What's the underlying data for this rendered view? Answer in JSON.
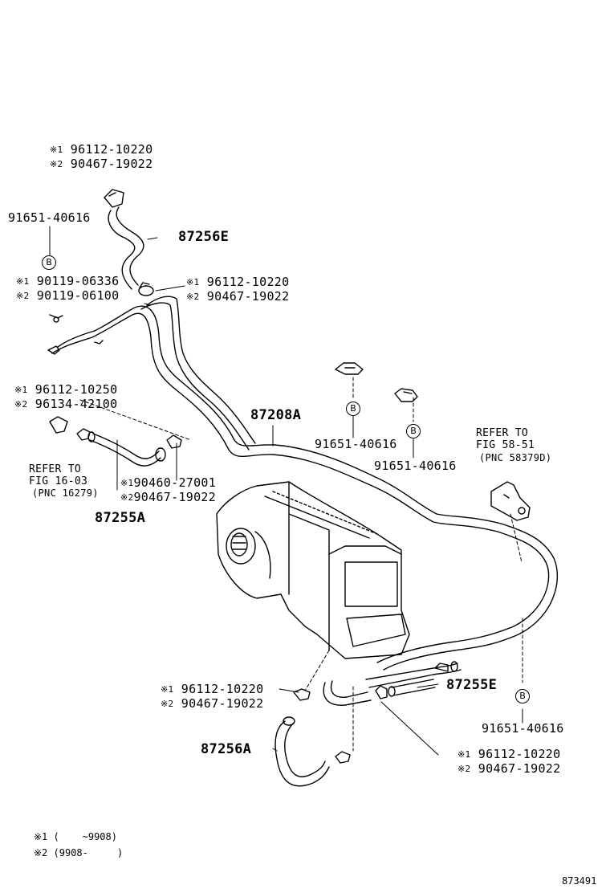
{
  "marks": {
    "m1": "※1",
    "m2": "※2"
  },
  "circle_letter": "B",
  "labels": {
    "top_clamp_1": "96112-10220",
    "top_clamp_2": "90467-19022",
    "left_bolt_top": "91651-40616",
    "hose_87256E": "87256E",
    "bolt_1": "90119-06336",
    "bolt_2": "90119-06100",
    "mid_clamp_1": "96112-10220",
    "mid_clamp_2": "90467-19022",
    "pipe_87208A": "87208A",
    "bolt_center1": "91651-40616",
    "bolt_center2": "91651-40616",
    "left_clamp_1": "96112-10250",
    "left_clamp_2": "96134-42100",
    "hose_clamp_1": "90460-27001",
    "hose_clamp_2": "90467-19022",
    "hose_87255A": "87255A",
    "lower_clamp_1": "96112-10220",
    "lower_clamp_2": "90467-19022",
    "hose_87255E": "87255E",
    "right_bolt": "91651-40616",
    "hose_87256A": "87256A",
    "bottom_clamp_1": "96112-10220",
    "bottom_clamp_2": "90467-19022"
  },
  "refs": {
    "left": {
      "line1": "REFER TO",
      "line2": "FIG 16-03",
      "line3": "(PNC 16279)"
    },
    "right": {
      "line1": "REFER TO",
      "line2": "FIG 58-51",
      "line3": "(PNC 58379D)"
    }
  },
  "notes": {
    "n1": "※1 (    ~9908)",
    "n2": "※2 (9908-     )"
  },
  "diagram_id": "873491"
}
